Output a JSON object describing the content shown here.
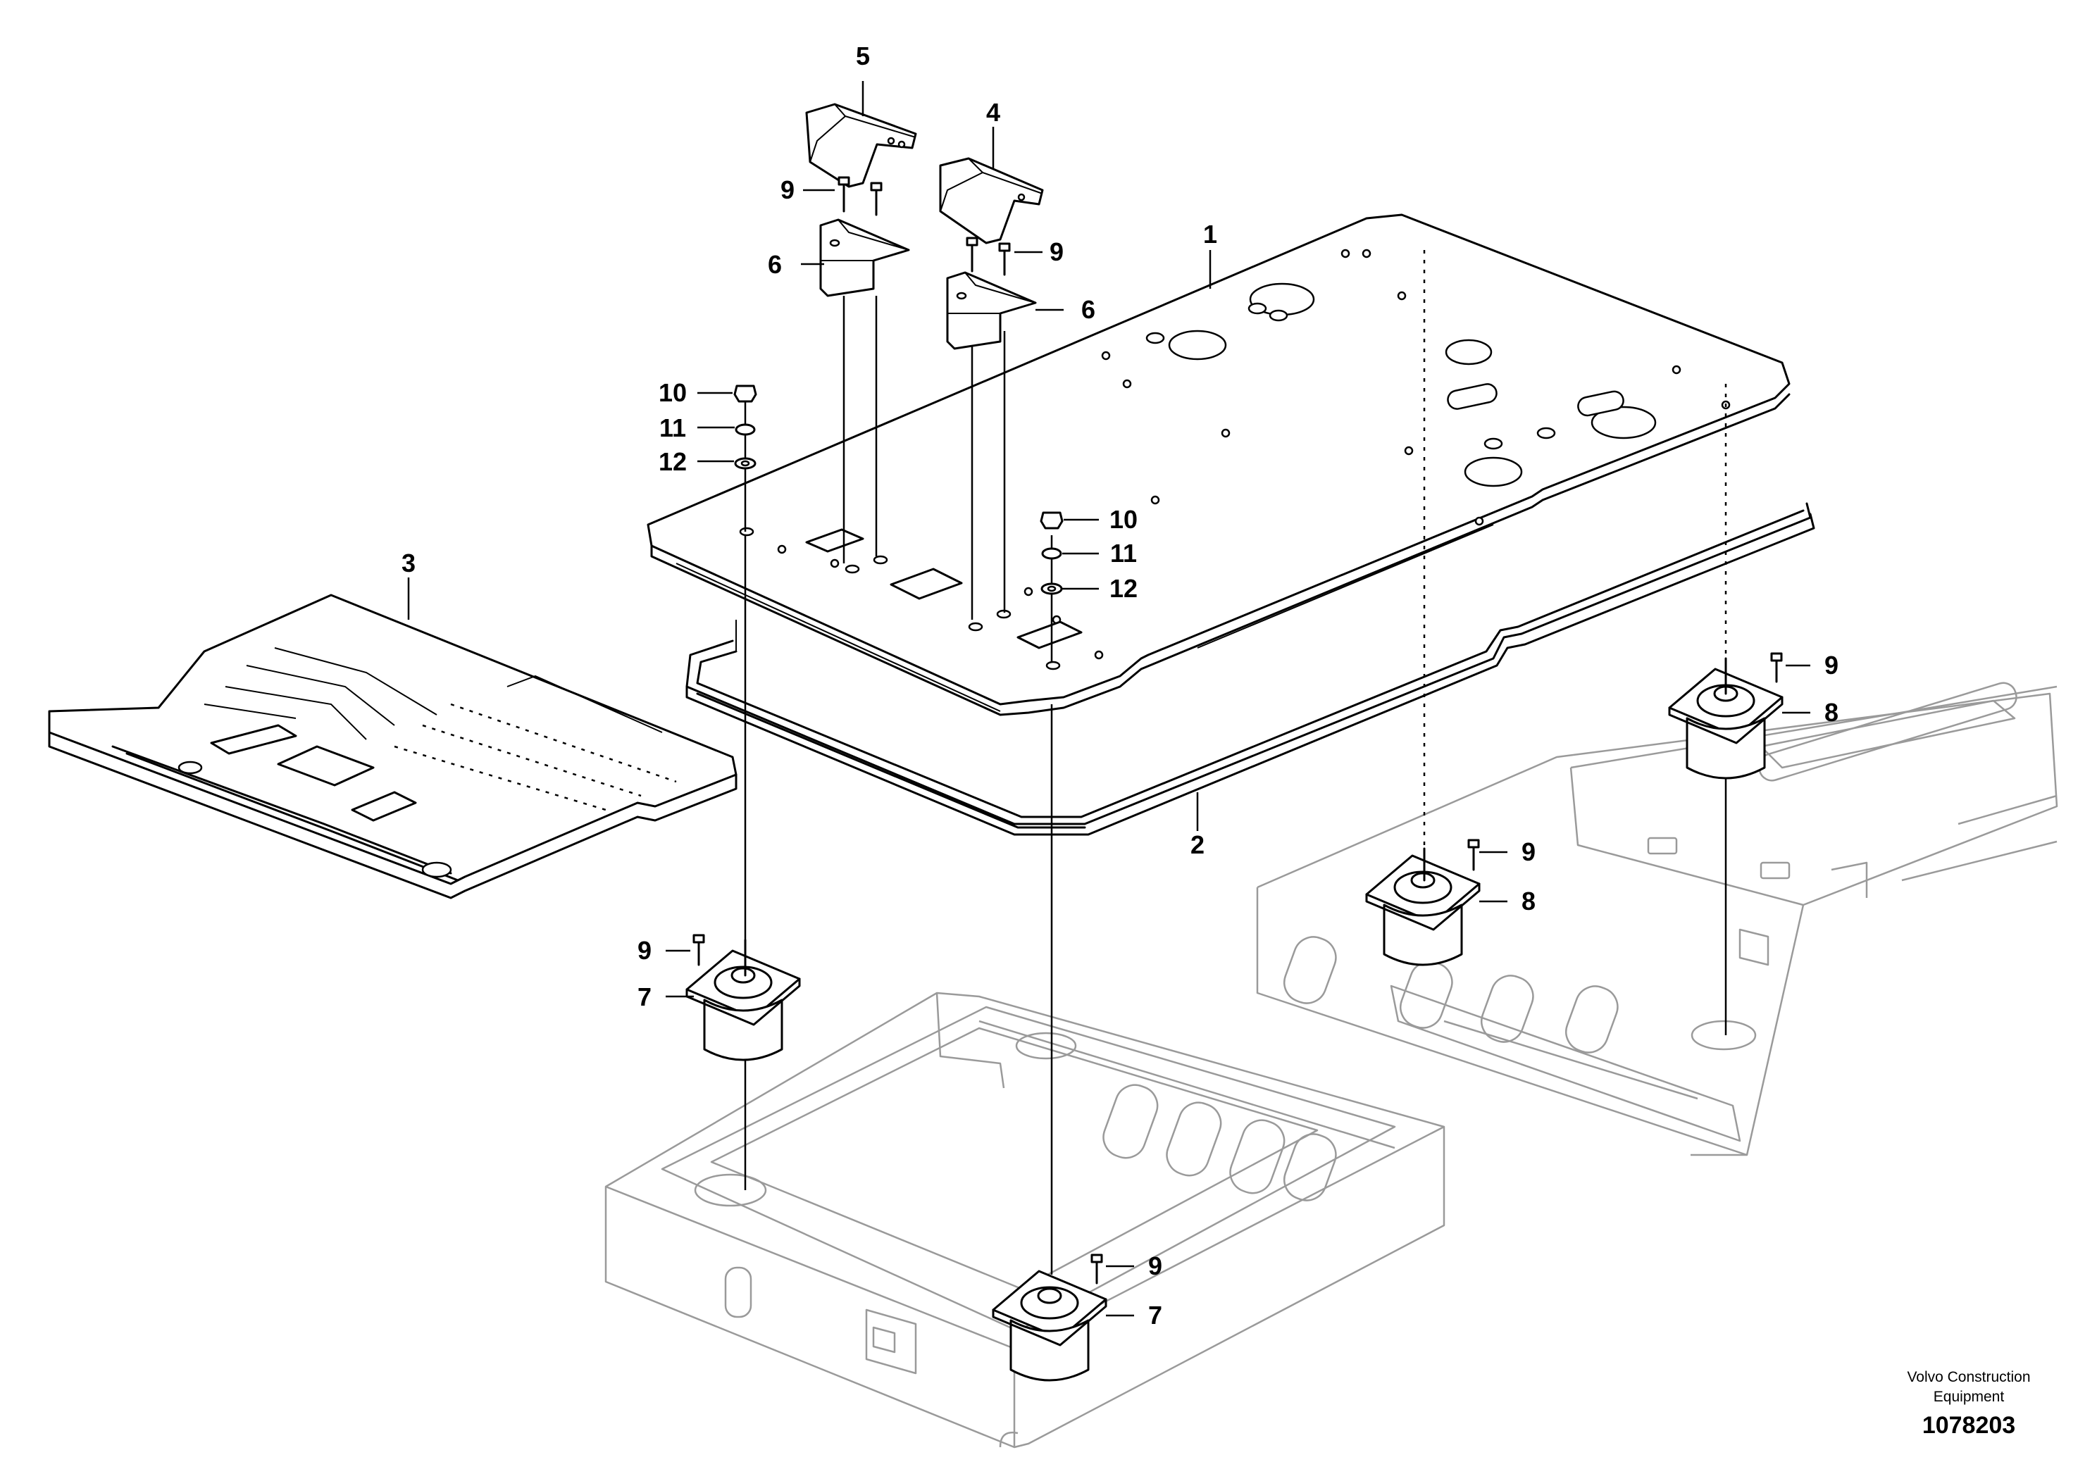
{
  "callouts": [
    {
      "id": "c1",
      "label": "1"
    },
    {
      "id": "c2",
      "label": "2"
    },
    {
      "id": "c3",
      "label": "3"
    },
    {
      "id": "c4",
      "label": "4"
    },
    {
      "id": "c5",
      "label": "5"
    },
    {
      "id": "c6a",
      "label": "6"
    },
    {
      "id": "c6b",
      "label": "6"
    },
    {
      "id": "c7a",
      "label": "7"
    },
    {
      "id": "c7b",
      "label": "7"
    },
    {
      "id": "c8a",
      "label": "8"
    },
    {
      "id": "c8b",
      "label": "8"
    },
    {
      "id": "c9a",
      "label": "9"
    },
    {
      "id": "c9b",
      "label": "9"
    },
    {
      "id": "c9c",
      "label": "9"
    },
    {
      "id": "c9d",
      "label": "9"
    },
    {
      "id": "c9e",
      "label": "9"
    },
    {
      "id": "c9f",
      "label": "9"
    },
    {
      "id": "c10a",
      "label": "10"
    },
    {
      "id": "c10b",
      "label": "10"
    },
    {
      "id": "c11a",
      "label": "11"
    },
    {
      "id": "c11b",
      "label": "11"
    },
    {
      "id": "c12a",
      "label": "12"
    },
    {
      "id": "c12b",
      "label": "12"
    }
  ],
  "credit": {
    "line1": "Volvo Construction",
    "line2": "Equipment",
    "doc_number": "1078203"
  }
}
